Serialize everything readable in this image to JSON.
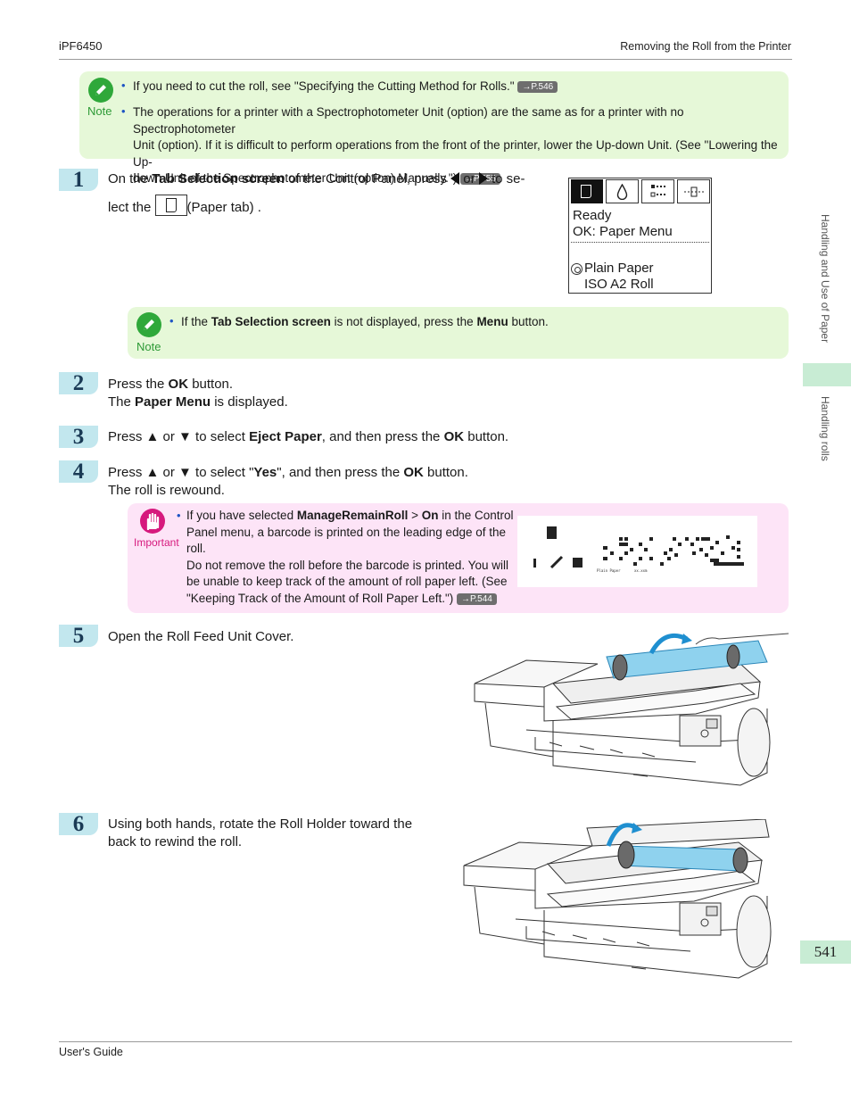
{
  "header": {
    "model": "iPF6450",
    "section": "Removing the Roll from the Printer"
  },
  "footer": {
    "guide": "User's Guide"
  },
  "side": {
    "chapter": "Handling and Use of Paper",
    "topic": "Handling rolls",
    "page_number": "541"
  },
  "labels": {
    "note": "Note",
    "important": "Important"
  },
  "note1": {
    "item1_text": "If you need to cut the roll, see \"Specifying the Cutting Method for Rolls.\"",
    "item1_ref": "→P.546",
    "item2_line1": "The operations for a printer with a Spectrophotometer Unit (option) are the same as for a printer with no Spectrophotometer",
    "item2_line2": "Unit (option). If it is difficult to perform operations from the front of the printer, lower the Up-down Unit.  (See \"Lowering the Up-",
    "item2_line3": "down Unit of the Spectrophotometer Unit (option) Manually.\")",
    "item2_ref": "→P.555"
  },
  "step1": {
    "number": "1",
    "t1": "On the ",
    "b1": "Tab Selection screen",
    "t2": " of the Control Panel, press ",
    "t3": " or ",
    "t4": " to se-",
    "t5": "lect the ",
    "t6": "(Paper tab) ."
  },
  "panel": {
    "line1": "Ready",
    "line2": "OK: Paper Menu",
    "paper_type": "Plain Paper",
    "paper_size": "ISO A2 Roll"
  },
  "note2": {
    "t1": "If the ",
    "b1": "Tab Selection screen",
    "t2": " is not displayed, press the ",
    "b2": "Menu",
    "t3": " button."
  },
  "step2": {
    "number": "2",
    "t1": "Press the ",
    "b1": "OK",
    "t2": " button.",
    "t3": "The ",
    "b2": "Paper Menu",
    "t4": " is displayed."
  },
  "step3": {
    "number": "3",
    "t1": "Press ▲ or ▼ to select ",
    "b1": "Eject Paper",
    "t2": ", and then press the ",
    "b2": "OK",
    "t3": " button."
  },
  "step4": {
    "number": "4",
    "t1": "Press ▲ or ▼ to select \"",
    "b1": "Yes",
    "t2": "\", and then press the ",
    "b2": "OK",
    "t3": " button.",
    "t4": "The roll is rewound."
  },
  "important": {
    "t1": "If you have selected ",
    "b1": "ManageRemainRoll",
    "t2": " > ",
    "b2": "On",
    "t3": " in the Control",
    "l2": "Panel menu, a barcode is printed on the leading edge of the",
    "l3": "roll.",
    "l4": "Do not remove the roll before the barcode is printed. You will",
    "l5": "be unable to keep track of the amount of roll paper left.  (See",
    "l6": "\"Keeping Track of the Amount of Roll Paper Left.\")",
    "ref": "→P.544",
    "barcode_caption1": "Plain Paper",
    "barcode_caption2": "xx.xxm"
  },
  "step5": {
    "number": "5",
    "text": "Open the Roll Feed Unit Cover."
  },
  "step6": {
    "number": "6",
    "l1": "Using both hands, rotate the Roll Holder toward the",
    "l2": "back to rewind the roll."
  },
  "colors": {
    "note_bg": "#e6f8d8",
    "important_bg": "#fde4f7",
    "step_bg": "#c2e7ee",
    "side_tab": "#c8ecd4",
    "roll_blue": "#7fc8e8"
  }
}
